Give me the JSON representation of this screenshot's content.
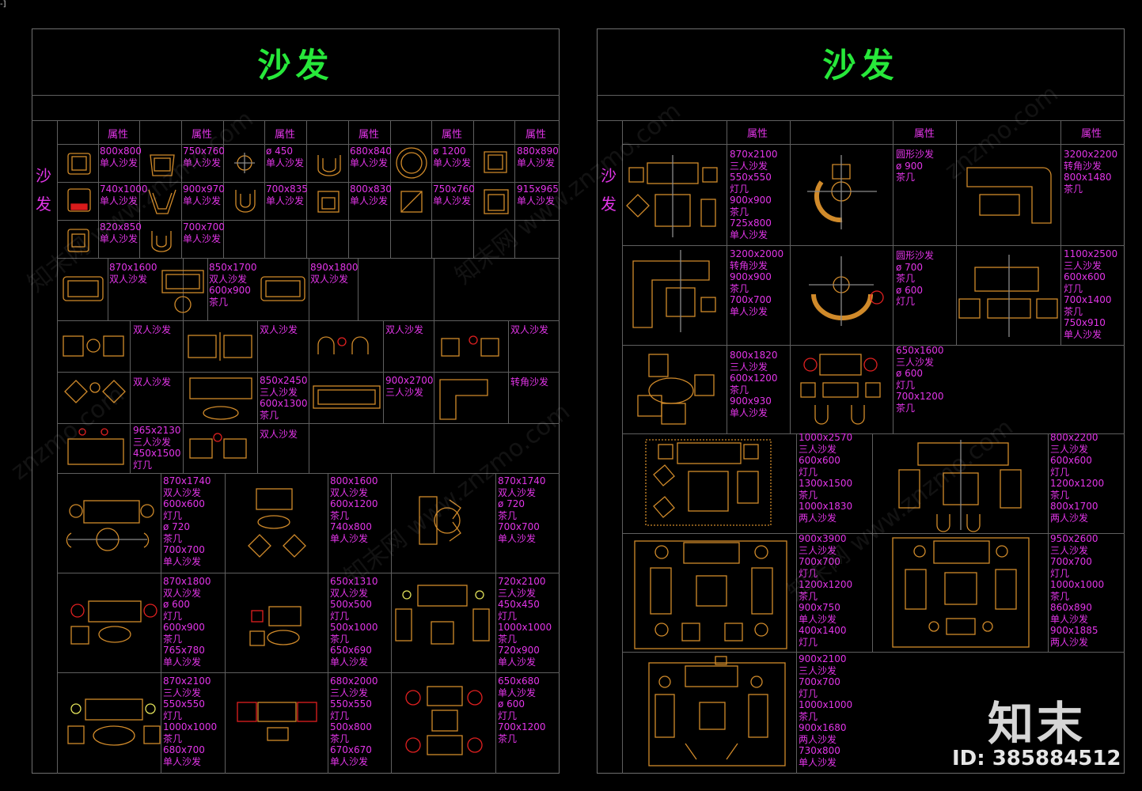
{
  "corner_mark": "-]",
  "left_sheet": {
    "title": "沙发",
    "side_label": [
      "沙",
      "发"
    ],
    "header_label": "属性",
    "cells": [
      "800x800\n单人沙发",
      "750x760\n单人沙发",
      "ø 450\n单人沙发",
      "680x840\n单人沙发",
      "ø 1200\n单人沙发",
      "880x890\n单人沙发",
      "740x1000\n单人沙发",
      "900x970\n单人沙发",
      "700x835\n单人沙发",
      "800x830\n单人沙发",
      "750x760\n单人沙发",
      "915x965\n单人沙发",
      "820x850\n单人沙发",
      "700x700\n单人沙发",
      "870x1600\n双人沙发",
      "850x1700\n双人沙发\n600x900\n茶几",
      "890x1800\n双人沙发",
      "双人沙发",
      "双人沙发",
      "双人沙发",
      "双人沙发",
      "双人沙发",
      "850x2450\n三人沙发\n600x1300\n茶几",
      "900x2700\n三人沙发",
      "转角沙发",
      "965x2130\n三人沙发\n450x1500\n灯几",
      "双人沙发",
      "870x1740\n双人沙发\n600x600\n灯几\nø 720\n茶几\n700x700\n单人沙发",
      "800x1600\n双人沙发\n600x1200\n茶几\n740x800\n单人沙发",
      "870x1740\n双人沙发\nø 720\n茶几\n700x700\n单人沙发",
      "870x1800\n双人沙发\nø 600\n灯几\n600x900\n茶几\n765x780\n单人沙发",
      "650x1310\n双人沙发\n500x500\n灯几\n500x1000\n茶几\n650x690\n单人沙发",
      "720x2100\n三人沙发\n450x450\n灯几\n1000x1000\n茶几\n720x900\n单人沙发",
      "870x2100\n三人沙发\n550x550\n灯几\n1000x1000\n茶几\n680x700\n单人沙发",
      "680x2000\n三人沙发\n550x550\n灯几\n500x800\n茶几\n670x670\n单人沙发",
      "650x680\n单人沙发\nø 600\n灯几\n700x1200\n茶几"
    ]
  },
  "right_sheet": {
    "title": "沙发",
    "side_label": [
      "沙",
      "发"
    ],
    "header_label": "属性",
    "cells": [
      "870x2100\n三人沙发\n550x550\n灯几\n900x900\n茶几\n725x800\n单人沙发",
      "圆形沙发\nø 900\n茶几",
      "3200x2200\n转角沙发\n800x1480\n茶几",
      "3200x2000\n转角沙发\n900x900\n茶几\n700x700\n单人沙发",
      "圆形沙发\nø 700\n茶几\nø 600\n灯几",
      "1100x2500\n三人沙发\n600x600\n灯几\n700x1400\n茶几\n750x910\n单人沙发",
      "800x1820\n三人沙发\n600x1200\n茶几\n900x930\n单人沙发",
      "650x1600\n三人沙发\nø 600\n灯几\n700x1200\n茶几",
      "1000x2570\n三人沙发\n600x600\n灯几\n1300x1500\n茶几\n1000x1830\n两人沙发",
      "800x2200\n三人沙发\n600x600\n灯几\n1200x1200\n茶几\n800x1700\n两人沙发",
      "900x3900\n三人沙发\n700x700\n灯几\n1200x1200\n茶几\n900x750\n单人沙发\n400x1400\n灯几",
      "950x2600\n三人沙发\n700x700\n灯几\n1000x1000\n茶几\n860x890\n单人沙发\n900x1885\n两人沙发",
      "900x2100\n三人沙发\n700x700\n灯几\n1000x1000\n茶几\n900x1680\n两人沙发\n730x800\n单人沙发"
    ]
  },
  "watermark_text": [
    "知末网 www.znzmo.com",
    "znzmo.com"
  ],
  "logo": {
    "text": "知末",
    "id": "ID: 385884512"
  },
  "colors": {
    "background": "#000000",
    "title": "#27e83a",
    "annotation": "#e235e8",
    "grid": "#5f5f5f",
    "symbol": "#d08a2a",
    "accent_red": "#e02020"
  }
}
